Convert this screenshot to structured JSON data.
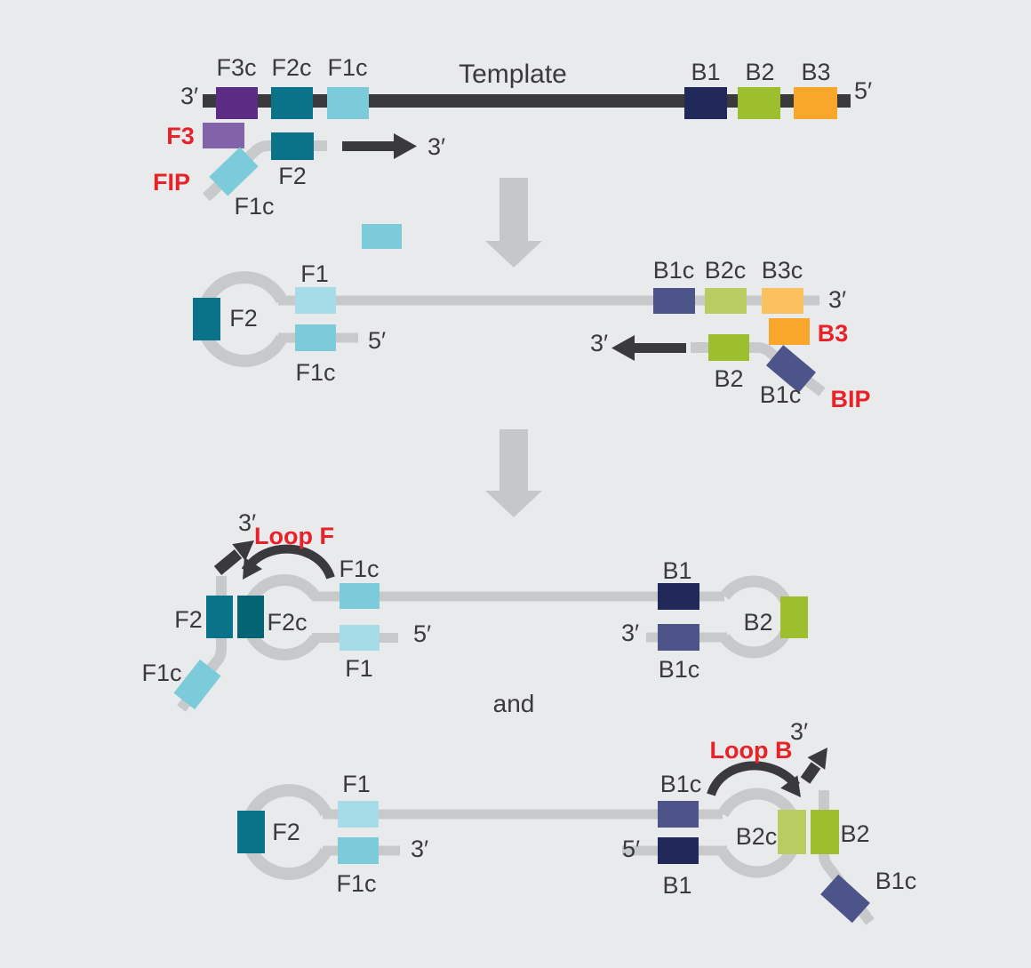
{
  "palette": {
    "background": "#E9EAEB",
    "dark": "#3A3A3C",
    "strand_gray": "#C8C9CB",
    "flow_arrow_gray": "#C5C7C9",
    "red": "#E82229",
    "purple_dark": "#5C2B83",
    "purple_light": "#8262A9",
    "teal": "#0A7389",
    "teal_dark": "#056474",
    "cyan": "#7CCBDA",
    "cyan_pale": "#A6DCE8",
    "navy": "#20295A",
    "slate": "#4D5489",
    "green": "#9DBF2E",
    "green_light": "#B9CC62",
    "orange": "#F9A72B",
    "orange_light": "#FBC15F"
  },
  "step1": {
    "template_label": "Template",
    "left_end": "3′",
    "right_end": "5′",
    "regions": {
      "f3c": "F3c",
      "f2c": "F2c",
      "f1c": "F1c",
      "b1": "B1",
      "b2": "B2",
      "b3": "B3"
    },
    "f3_primer": "F3",
    "fip_primer": "FIP",
    "fip_f2": "F2",
    "fip_f1c": "F1c",
    "extension_end": "3′"
  },
  "step2": {
    "left_loop": {
      "f2": "F2",
      "f1": "F1",
      "f1c": "F1c",
      "strand_end": "5′"
    },
    "right": {
      "b1c": "B1c",
      "b2c": "B2c",
      "b3c": "B3c",
      "strand_end": "3′",
      "b3_primer": "B3",
      "bip_primer": "BIP",
      "bip_b2": "B2",
      "bip_b1c": "B1c",
      "extension_end": "3′"
    }
  },
  "step3": {
    "left_loop": {
      "loop_label": "Loop F",
      "extension_end": "3′",
      "f1c_top": "F1c",
      "f2": "F2",
      "f2c": "F2c",
      "f1_bottom": "F1",
      "strand_end": "5′",
      "f1c_tail": "F1c"
    },
    "right_loop": {
      "b1": "B1",
      "b1c": "B1c",
      "b2": "B2",
      "strand_end": "3′"
    }
  },
  "connector": "and",
  "step4": {
    "left_loop": {
      "f2": "F2",
      "f1": "F1",
      "f1c": "F1c",
      "strand_end": "3′"
    },
    "right_loop": {
      "loop_label": "Loop B",
      "extension_end": "3′",
      "b1c_top": "B1c",
      "b1": "B1",
      "strand_end": "5′",
      "b2c": "B2c",
      "b2": "B2",
      "b1c_tail": "B1c"
    }
  }
}
